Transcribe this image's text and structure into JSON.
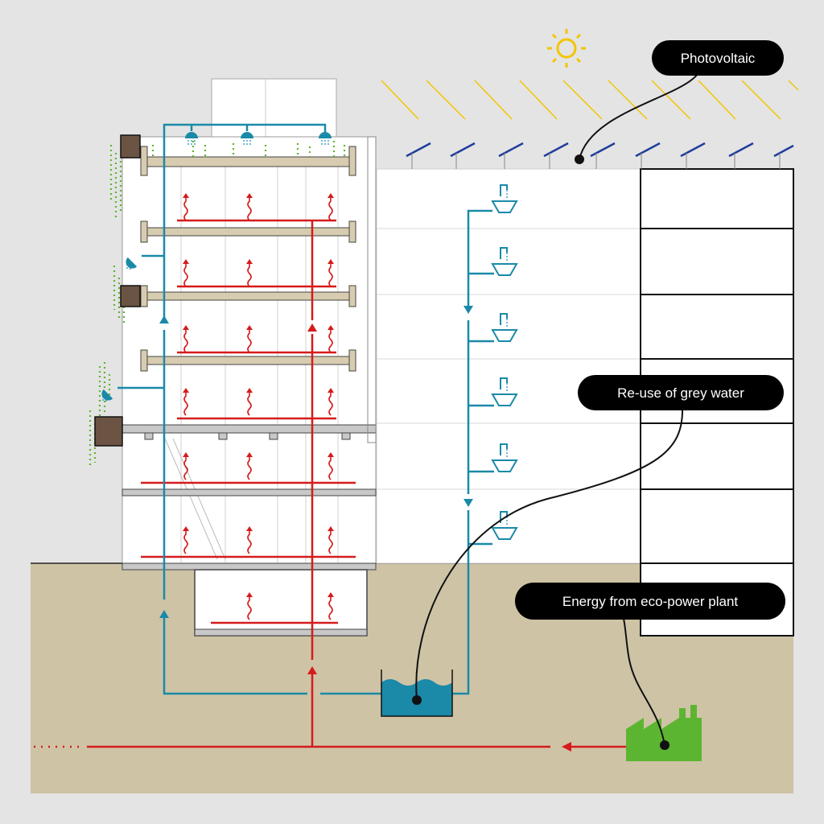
{
  "callouts": {
    "photovoltaic": "Photovoltaic",
    "grey_water": "Re-use of grey water",
    "eco_power": "Energy from eco-power plant"
  },
  "colors": {
    "background": "#e4e4e4",
    "ground": "#cfc3a6",
    "water": "#1a8aa8",
    "heat": "#d61b1b",
    "sun": "#f2c600",
    "solar_panel": "#1f3d9a",
    "plant": "#5cb531",
    "planter": "#6b5443",
    "callout": "#000000"
  },
  "icons": [
    "sun-icon",
    "solar-panel-icon",
    "shower-icon",
    "sink-icon",
    "heat-wave-icon",
    "water-tank-icon",
    "factory-icon",
    "planter-icon"
  ]
}
